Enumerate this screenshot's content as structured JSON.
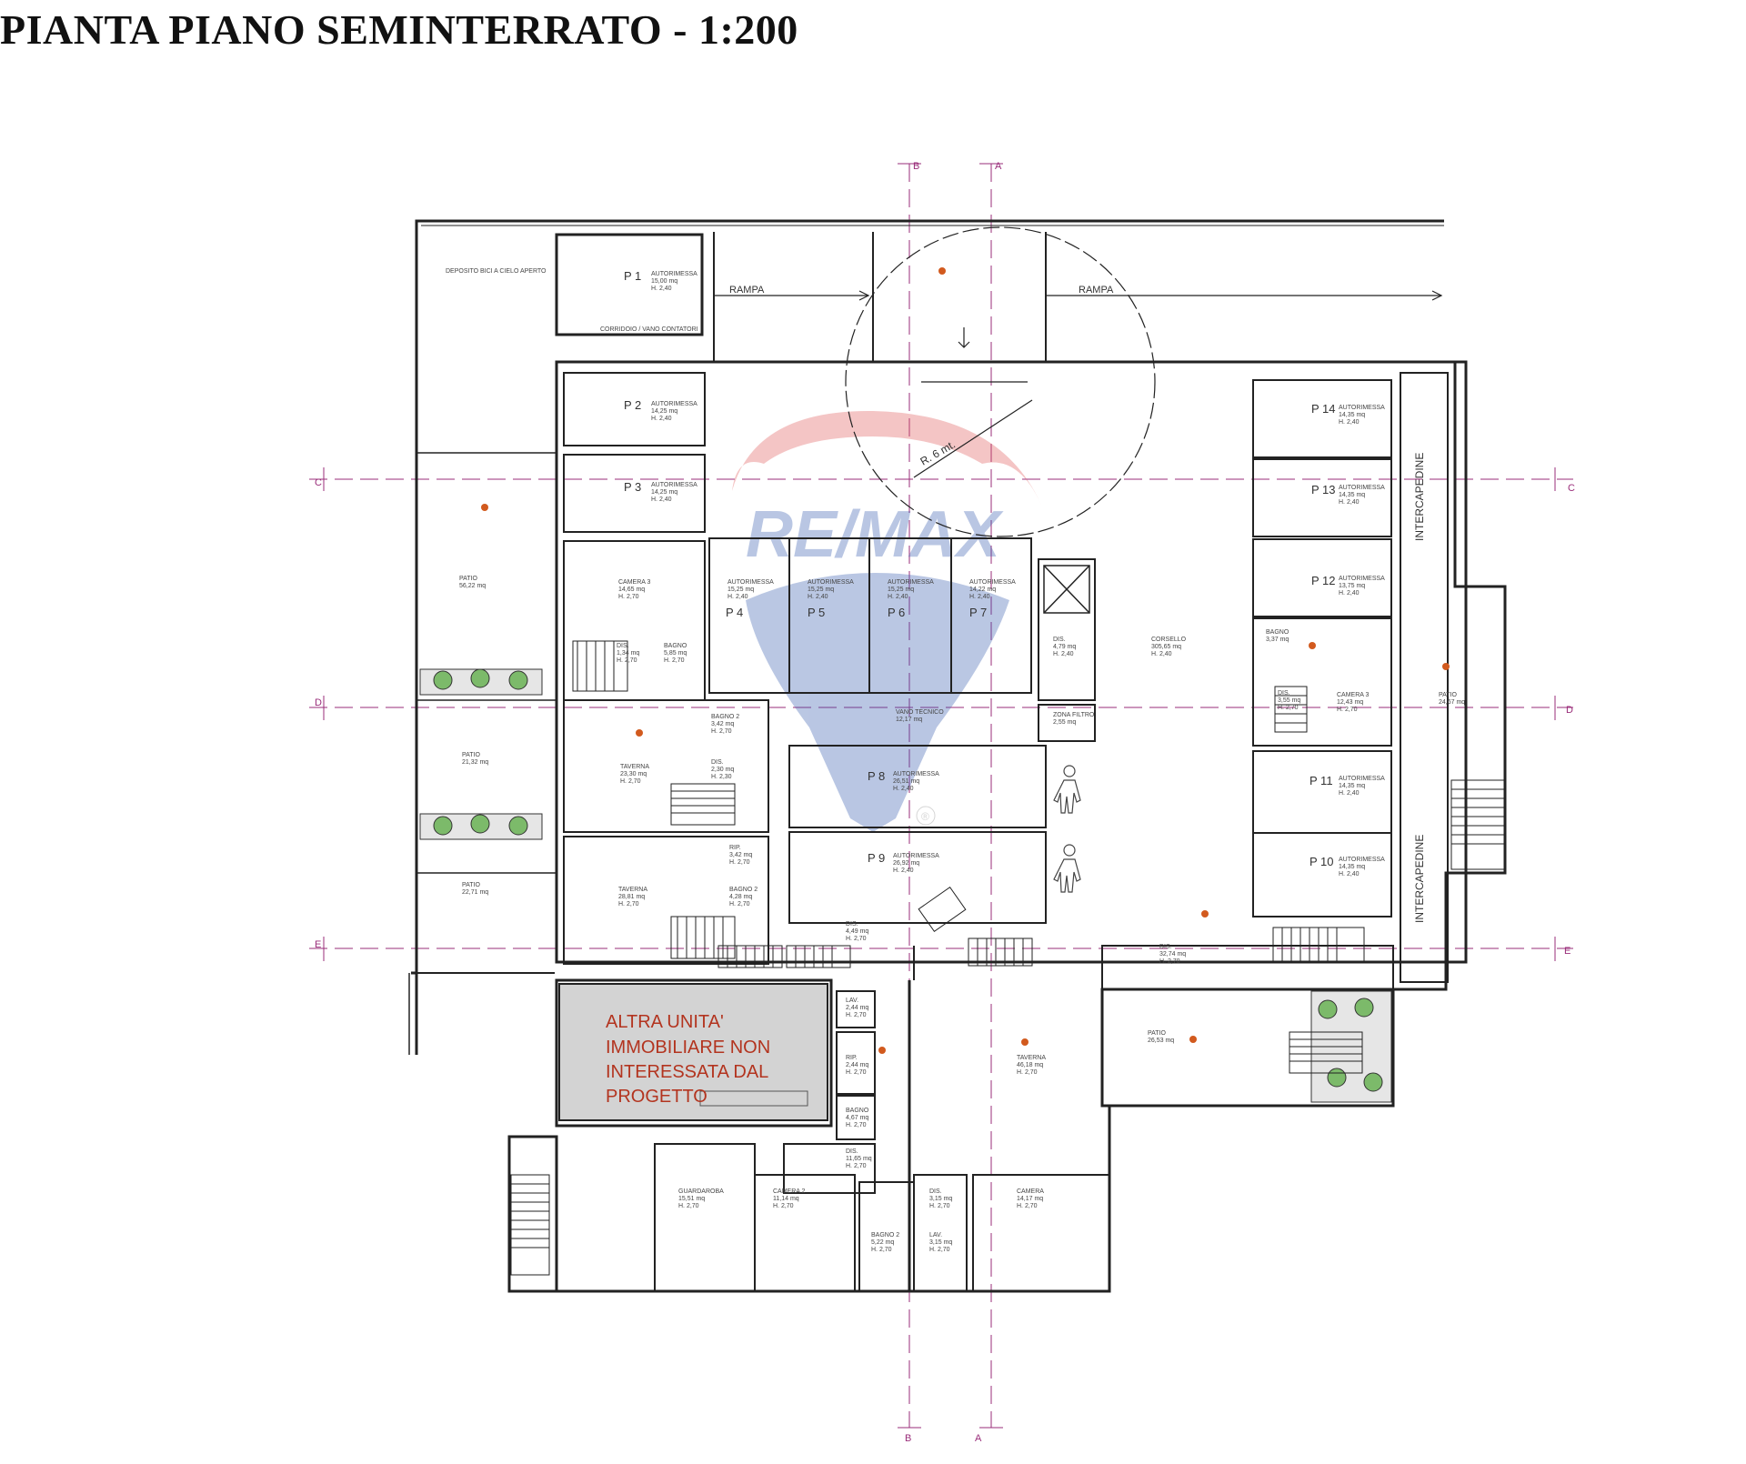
{
  "title": "PIANTA PIANO SEMINTERRATO - 1:200",
  "watermark": {
    "brand": "RE/MAX",
    "mark": "®",
    "colors": {
      "red": "#e05a5a",
      "blue": "#3a5fb0"
    }
  },
  "colors": {
    "wall": "#222222",
    "axis": "#9a2d7a",
    "note": "#b3341f"
  },
  "rooms": [
    {
      "id": "deposito",
      "name": "DEPOSITO BICI A CIELO APERTO",
      "area": "",
      "h": ""
    },
    {
      "id": "p1",
      "code": "P 1",
      "name": "AUTORIMESSA",
      "area": "15,00 mq",
      "h": "H. 2,40"
    },
    {
      "id": "corridoio",
      "name": "CORRIDOIO / VANO CONTATORI",
      "area": "",
      "h": ""
    },
    {
      "id": "rampa1",
      "name": "RAMPA"
    },
    {
      "id": "rampa2",
      "name": "RAMPA"
    },
    {
      "id": "p2",
      "code": "P 2",
      "name": "AUTORIMESSA",
      "area": "14,25 mq",
      "h": "H. 2,40"
    },
    {
      "id": "p3",
      "code": "P 3",
      "name": "AUTORIMESSA",
      "area": "14,25 mq",
      "h": "H. 2,40"
    },
    {
      "id": "p14",
      "code": "P 14",
      "name": "AUTORIMESSA",
      "area": "14,35 mq",
      "h": "H. 2,40"
    },
    {
      "id": "p13",
      "code": "P 13",
      "name": "AUTORIMESSA",
      "area": "14,35 mq",
      "h": "H. 2,40"
    },
    {
      "id": "p12",
      "code": "P 12",
      "name": "AUTORIMESSA",
      "area": "13,75 mq",
      "h": "H. 2,40"
    },
    {
      "id": "p11",
      "code": "P 11",
      "name": "AUTORIMESSA",
      "area": "14,35 mq",
      "h": "H. 2,40"
    },
    {
      "id": "p10",
      "code": "P 10",
      "name": "AUTORIMESSA",
      "area": "14,35 mq",
      "h": "H. 2,40"
    },
    {
      "id": "p4",
      "code": "P 4",
      "name": "AUTORIMESSA",
      "area": "15,25 mq",
      "h": "H. 2,40"
    },
    {
      "id": "p5",
      "code": "P 5",
      "name": "AUTORIMESSA",
      "area": "15,25 mq",
      "h": "H. 2,40"
    },
    {
      "id": "p6",
      "code": "P 6",
      "name": "AUTORIMESSA",
      "area": "15,25 mq",
      "h": "H. 2,40"
    },
    {
      "id": "p7",
      "code": "P 7",
      "name": "AUTORIMESSA",
      "area": "14,22 mq",
      "h": "H. 2,40"
    },
    {
      "id": "p8",
      "code": "P 8",
      "name": "AUTORIMESSA",
      "area": "26,51 mq",
      "h": "H. 2,40"
    },
    {
      "id": "p9",
      "code": "P 9",
      "name": "AUTORIMESSA",
      "area": "26,92 mq",
      "h": "H. 2,40"
    },
    {
      "id": "camera3a",
      "name": "CAMERA 3",
      "area": "14,65 mq",
      "h": "H. 2,70"
    },
    {
      "id": "dis1",
      "name": "DIS.",
      "area": "1,34 mq",
      "h": "H. 2,70"
    },
    {
      "id": "bagno1a",
      "name": "BAGNO",
      "area": "5,85 mq",
      "h": "H. 2,70"
    },
    {
      "id": "taverna1",
      "name": "TAVERNA",
      "area": "23,30 mq",
      "h": "H. 2,70"
    },
    {
      "id": "bagno2a",
      "name": "BAGNO 2",
      "area": "3,42 mq",
      "h": "H. 2,70"
    },
    {
      "id": "dis2",
      "name": "DIS.",
      "area": "2,30 mq",
      "h": "H. 2,30"
    },
    {
      "id": "rip",
      "name": "RIP.",
      "area": "3,42 mq",
      "h": "H. 2,70"
    },
    {
      "id": "bagno2b",
      "name": "BAGNO 2",
      "area": "4,28 mq",
      "h": "H. 2,70"
    },
    {
      "id": "taverna2",
      "name": "TAVERNA",
      "area": "28,81 mq",
      "h": "H. 2,70"
    },
    {
      "id": "patio1",
      "name": "PATIO",
      "area": "56,22 mq",
      "h": ""
    },
    {
      "id": "patio2",
      "name": "PATIO",
      "area": "21,32 mq",
      "h": ""
    },
    {
      "id": "patio3",
      "name": "PATIO",
      "area": "22,71 mq",
      "h": ""
    },
    {
      "id": "vanotecnico",
      "name": "VANO TECNICO",
      "area": "12,17 mq",
      "h": ""
    },
    {
      "id": "dis3",
      "name": "DIS.",
      "area": "4,79 mq",
      "h": "H. 2,40"
    },
    {
      "id": "zonafiltro",
      "name": "ZONA FILTRO",
      "area": "2,55 mq",
      "h": ""
    },
    {
      "id": "corsello",
      "name": "CORSELLO",
      "area": "305,65 mq",
      "h": "H. 2,40"
    },
    {
      "id": "bagno3",
      "name": "BAGNO",
      "area": "3,37 mq",
      "h": ""
    },
    {
      "id": "dis4",
      "name": "DIS.",
      "area": "3,55 mq",
      "h": "H. 2,70"
    },
    {
      "id": "camera3b",
      "name": "CAMERA 3",
      "area": "12,43 mq",
      "h": "H. 2,70"
    },
    {
      "id": "patio4",
      "name": "PATIO",
      "area": "24,67 mq",
      "h": ""
    },
    {
      "id": "dis5",
      "name": "DIS.",
      "area": "4,49 mq",
      "h": "H. 2,70"
    },
    {
      "id": "dis6",
      "name": "DIS.",
      "area": "32,74 mq",
      "h": "H. 2,70"
    },
    {
      "id": "lav1",
      "name": "LAV.",
      "area": "2,44 mq",
      "h": "H. 2,70"
    },
    {
      "id": "rip2",
      "name": "RIP.",
      "area": "2,44 mq",
      "h": "H. 2,70"
    },
    {
      "id": "bagno4",
      "name": "BAGNO",
      "area": "4,67 mq",
      "h": "H. 2,70"
    },
    {
      "id": "dis7",
      "name": "DIS.",
      "area": "11,65 mq",
      "h": "H. 2,70"
    },
    {
      "id": "taverna3",
      "name": "TAVERNA",
      "area": "46,18 mq",
      "h": "H. 2,70"
    },
    {
      "id": "patio5",
      "name": "PATIO",
      "area": "26,53 mq",
      "h": ""
    },
    {
      "id": "guardaroba",
      "name": "GUARDAROBA",
      "area": "15,51 mq",
      "h": "H. 2,70"
    },
    {
      "id": "camera2",
      "name": "CAMERA 2",
      "area": "11,14 mq",
      "h": "H. 2,70"
    },
    {
      "id": "bagno5",
      "name": "BAGNO 2",
      "area": "5,22 mq",
      "h": "H. 2,70"
    },
    {
      "id": "dis8",
      "name": "DIS.",
      "area": "3,15 mq",
      "h": "H. 2,70"
    },
    {
      "id": "lav2",
      "name": "LAV.",
      "area": "3,15 mq",
      "h": "H. 2,70"
    },
    {
      "id": "camera1",
      "name": "CAMERA",
      "area": "14,17 mq",
      "h": "H. 2,70"
    }
  ],
  "notes": {
    "intercapedine": "INTERCAPEDINE",
    "radius": "R. 6 mt.",
    "altra": [
      "ALTRA UNITA'",
      "IMMOBILIARE NON",
      "INTERESSATA DAL",
      "PROGETTO"
    ]
  },
  "axes": {
    "c": "C",
    "d": "D",
    "e": "E",
    "a": "A",
    "b": "B"
  }
}
